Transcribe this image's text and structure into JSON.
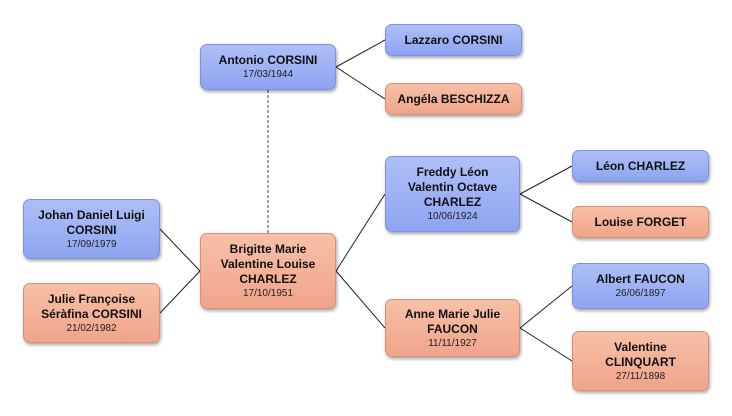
{
  "people": {
    "antonio": {
      "name": "Antonio CORSINI",
      "date": "17/03/1944"
    },
    "lazzaro": {
      "name": "Lazzaro CORSINI",
      "date": ""
    },
    "angela": {
      "name": "Angéla BESCHIZZA",
      "date": ""
    },
    "johan": {
      "name": "Johan Daniel Luigi CORSINI",
      "date": "17/09/1979"
    },
    "julie": {
      "name": "Julie Françoise Séràfina CORSINI",
      "date": "21/02/1982"
    },
    "brigitte": {
      "name": "Brigitte Marie Valentine Louise CHARLEZ",
      "date": "17/10/1951"
    },
    "freddy": {
      "name": "Freddy Léon Valentin Octave CHARLEZ",
      "date": "10/06/1924"
    },
    "anne": {
      "name": "Anne Marie Julie FAUCON",
      "date": "11/11/1927"
    },
    "leon": {
      "name": "Léon CHARLEZ",
      "date": ""
    },
    "louise": {
      "name": "Louise FORGET",
      "date": ""
    },
    "albert": {
      "name": "Albert FAUCON",
      "date": "26/06/1897"
    },
    "valentine": {
      "name": "Valentine CLINQUART",
      "date": "27/11/1898"
    }
  },
  "colors": {
    "male": "#9aaff3",
    "female": "#f3b098",
    "line": "#222222"
  }
}
